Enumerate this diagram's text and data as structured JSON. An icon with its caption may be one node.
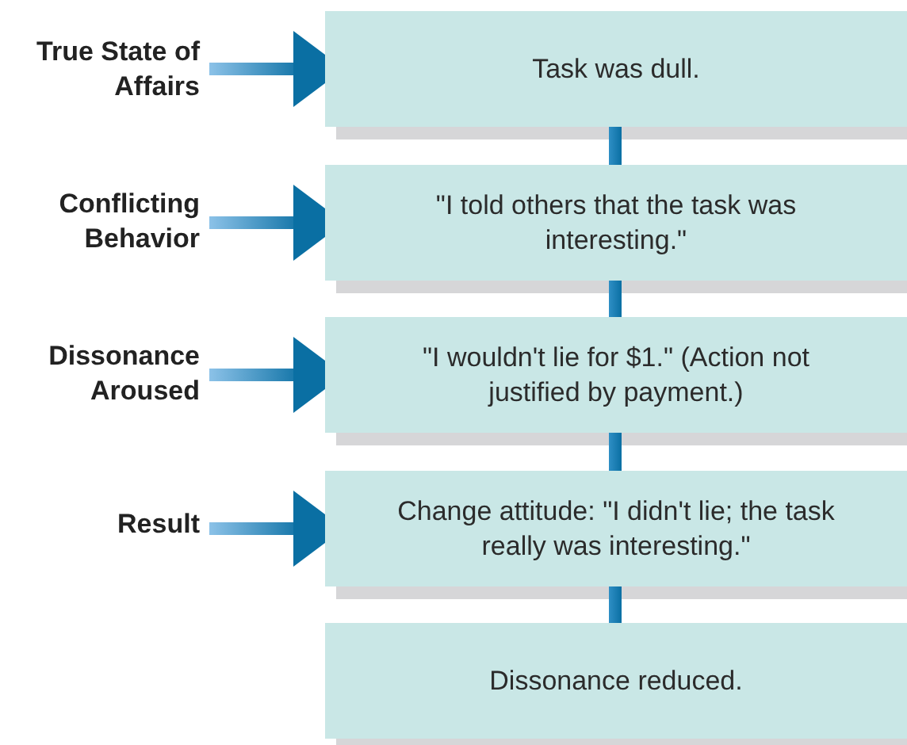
{
  "diagram": {
    "nodes": [
      {
        "text": [
          "Task was dull."
        ]
      },
      {
        "text": [
          "\"I told others that the task was interesting.\""
        ]
      },
      {
        "text": [
          "\"I wouldn't lie for $1.\" (Action not justified by payment.)"
        ]
      },
      {
        "text": [
          "Change attitude: \"I didn't lie; the task really was interesting.\""
        ]
      },
      {
        "text": [
          "Dissonance reduced."
        ]
      },
      {
        "text": [
          "True State of Affairs"
        ]
      },
      {
        "text": [
          "Conflicting Behavior"
        ]
      },
      {
        "text": [
          "Dissonance Aroused"
        ]
      },
      {
        "text": [
          "Result"
        ]
      }
    ],
    "edges": [
      {
        "from": 5,
        "to": 0,
        "arrow": "to",
        "style": "thick"
      },
      {
        "from": 6,
        "to": 1,
        "arrow": "to",
        "style": "thick"
      },
      {
        "from": 7,
        "to": 2,
        "arrow": "to",
        "style": "thick"
      },
      {
        "from": 8,
        "to": 3,
        "arrow": "to",
        "style": "thick"
      },
      {
        "from": 0,
        "to": 1,
        "arrow": "none",
        "style": "thick"
      },
      {
        "from": 1,
        "to": 2,
        "arrow": "none",
        "style": "thick"
      },
      {
        "from": 2,
        "to": 3,
        "arrow": "none",
        "style": "thick"
      },
      {
        "from": 3,
        "to": 4,
        "arrow": "none",
        "style": "thick"
      }
    ]
  }
}
